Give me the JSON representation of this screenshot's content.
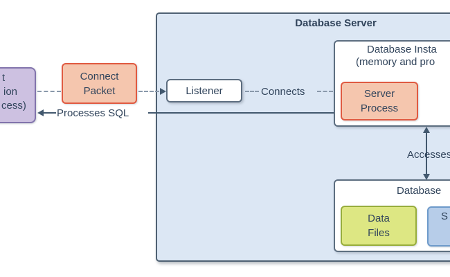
{
  "colors": {
    "server_box_fill": "#dce7f4",
    "server_box_border": "#4f6173",
    "white_box_fill": "#ffffff",
    "white_box_border": "#5d6e80",
    "client_fill": "#cdc1e1",
    "client_border": "#8274ac",
    "salmon_fill": "#f5c6ae",
    "salmon_border": "#e05a41",
    "green_fill": "#dde783",
    "green_border": "#97ad3c",
    "blue_file_fill": "#b7cde9",
    "blue_file_border": "#6d9aca",
    "text": "#32455c",
    "line": "#42586e",
    "dash": "#8a99ab"
  },
  "diagram": {
    "server_title": "Database Server",
    "client_box": {
      "lines": [
        "t",
        "ion",
        "cess)"
      ]
    },
    "connect_packet": {
      "line1": "Connect",
      "line2": "Packet"
    },
    "listener": {
      "label": "Listener"
    },
    "connects_label": "Connects",
    "processes_sql_label": "Processes SQL",
    "instance_box": {
      "title_line1": "Database Insta",
      "title_line2": "(memory and pro"
    },
    "server_process": {
      "line1": "Server",
      "line2": "Process"
    },
    "accesses_label": "Accesses",
    "database_box": {
      "title": "Database"
    },
    "data_files": {
      "line1": "Data",
      "line2": "Files"
    },
    "file_box2": {
      "label": "S"
    }
  }
}
